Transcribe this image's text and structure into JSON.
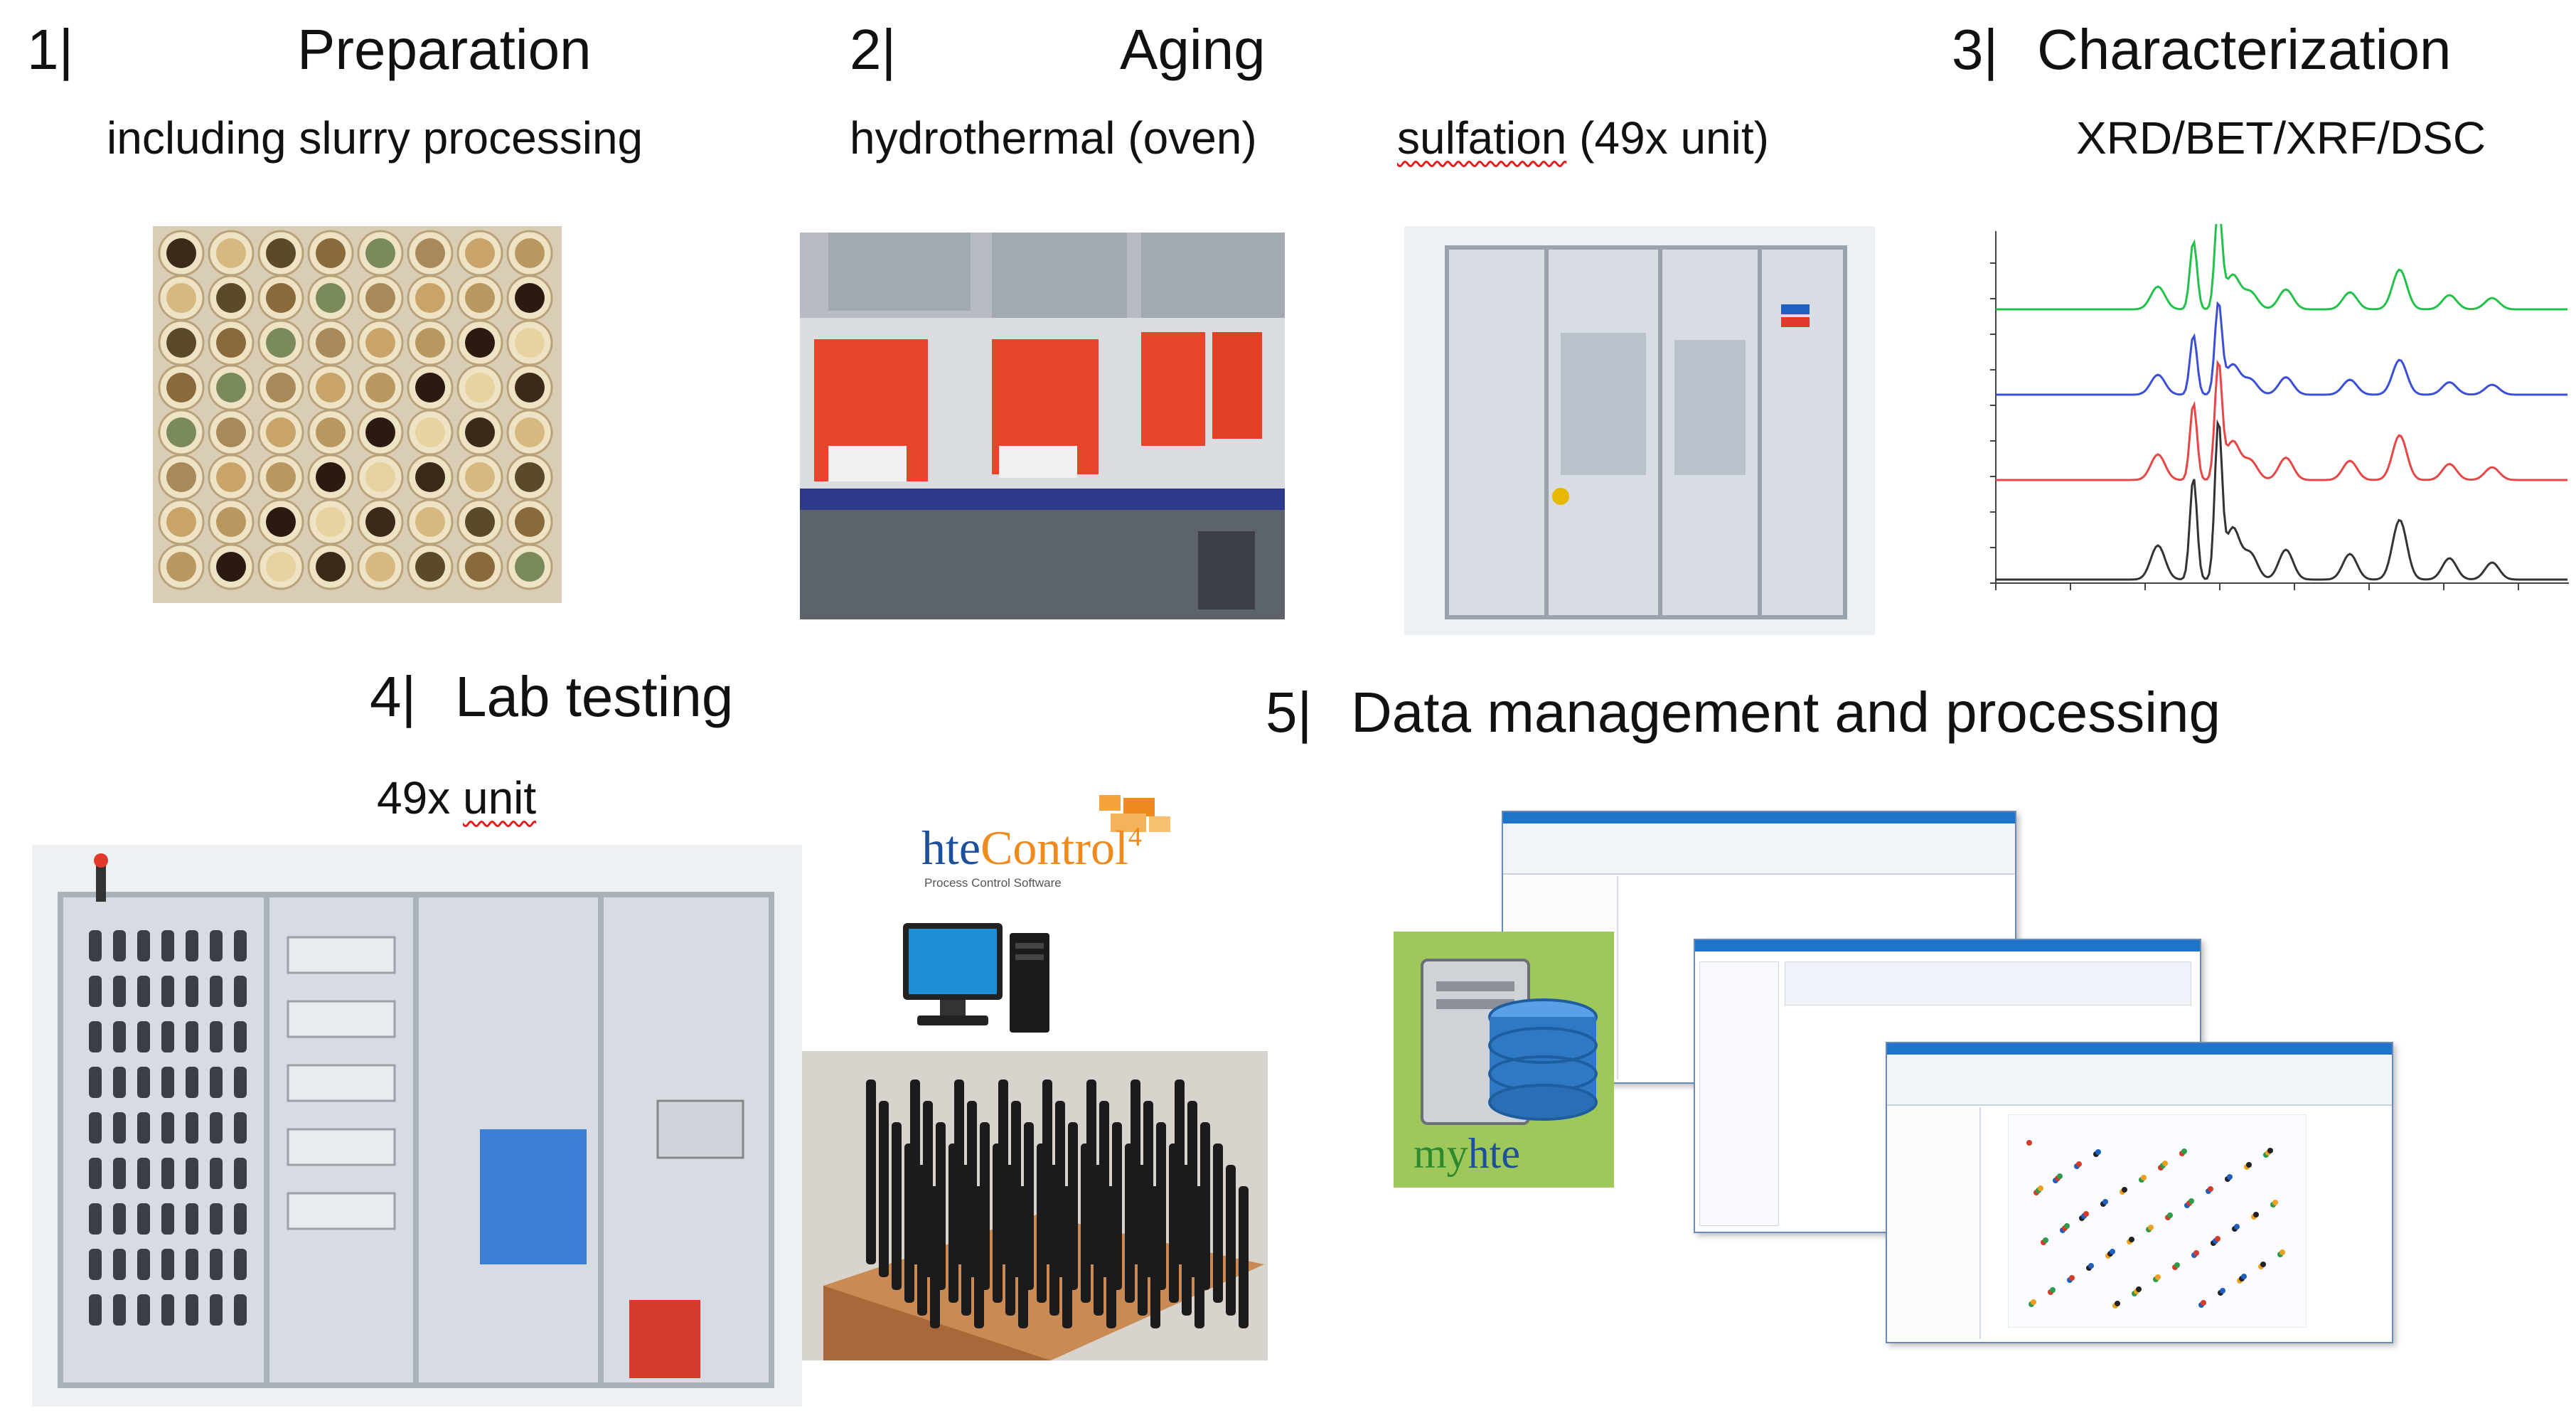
{
  "sections": {
    "s1": {
      "num": "1|",
      "title": "Preparation",
      "sub": "including slurry processing"
    },
    "s2": {
      "num": "2|",
      "title": "Aging",
      "sub_a": "hydrothermal (oven)",
      "sub_b_word": "sulfation",
      "sub_b_rest": " (49x unit)"
    },
    "s3": {
      "num": "3|",
      "title": "Characterization",
      "sub": "XRD/BET/XRF/DSC"
    },
    "s4": {
      "num": "4|",
      "title": "Lab testing",
      "sub_num": "49x ",
      "sub_word": "unit"
    },
    "s5": {
      "num": "5|",
      "title": "Data management and processing"
    }
  },
  "logos": {
    "hte_a": "hte",
    "hte_b": "Control",
    "hte_c": "4",
    "hte_tag": "Process Control Software",
    "myhte_a": "my",
    "myhte_b": "hte"
  },
  "colors": {
    "green_line": "#22c24a",
    "blue_line": "#3a4fd8",
    "red_line": "#e84545",
    "black_line": "#333333",
    "oven_red": "#e8462a",
    "hte_blue": "#1d4f9c",
    "hte_orange": "#f08a1c",
    "myhte_green": "#9ec95a"
  }
}
